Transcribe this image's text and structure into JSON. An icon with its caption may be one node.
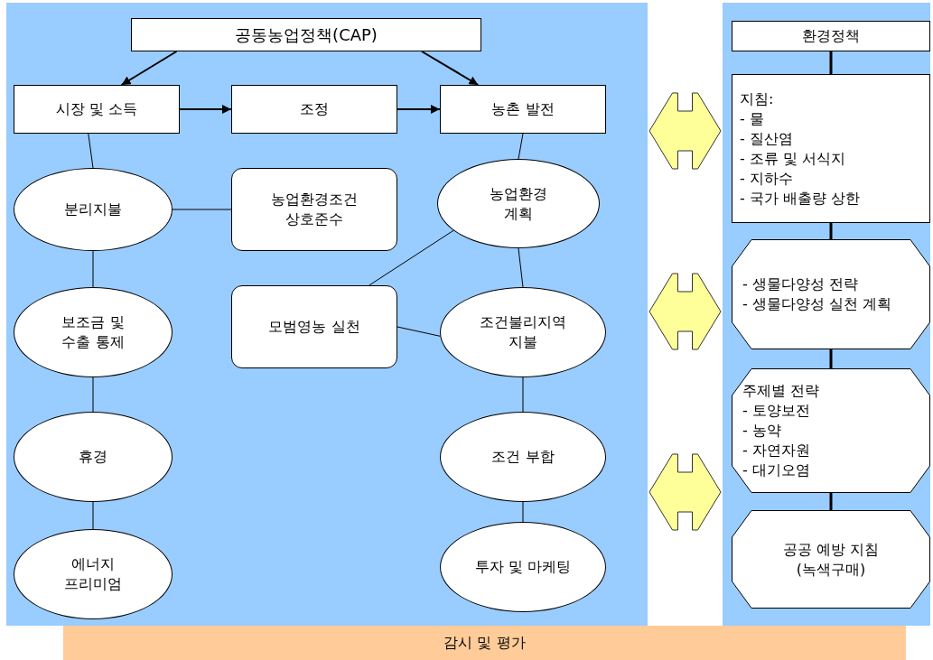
{
  "diagram": {
    "nodes": [
      {
        "text": [],
        "shape": "box"
      },
      {
        "text": [
          "공동농업정책(CAP)"
        ],
        "in": 0
      },
      {
        "text": [
          "시장 및 소득"
        ],
        "in": 0
      },
      {
        "text": [
          "조정"
        ],
        "in": 0
      },
      {
        "text": [
          "농촌 발전"
        ],
        "in": 0
      },
      {
        "text": [
          "분리지불"
        ],
        "in": 0
      },
      {
        "text": [
          "농업환경조건 상호준수"
        ],
        "in": 0
      },
      {
        "text": [
          "농업환경 계획"
        ],
        "in": 0
      },
      {
        "text": [
          "보조금 및 수출 통제"
        ],
        "in": 0
      },
      {
        "text": [
          "모범영농 실천"
        ],
        "in": 0
      },
      {
        "text": [
          "조건불리지역 지불"
        ],
        "in": 0
      },
      {
        "text": [
          "휴경"
        ],
        "in": 0
      },
      {
        "text": [
          "조건 부합"
        ],
        "in": 0
      },
      {
        "text": [
          "에너지 프리미엄"
        ],
        "in": 0
      },
      {
        "text": [
          "투자 및 마케팅"
        ],
        "in": 0
      },
      {
        "text": [],
        "shape": "box"
      },
      {
        "text": [
          "환경정책"
        ],
        "in": 15
      },
      {
        "text": [
          "지침:",
          "- 물",
          "- 질산염",
          "- 조류 및 서식지",
          "- 지하수",
          "- 국가 배출량 상한"
        ],
        "in": 15
      },
      {
        "text": [
          "- 생물다양성 전략",
          "- 생물다양성 실천 계획"
        ],
        "in": 15
      },
      {
        "text": [
          "주제별 전략",
          "- 토양보전",
          "- 농약",
          "- 자연자원",
          "- 대기오염"
        ],
        "in": 15
      },
      {
        "text": [
          "공공 예방 지침 (녹색구매)"
        ],
        "in": 15
      },
      {
        "text": [
          "감시 및 평가"
        ]
      }
    ],
    "edges": [
      {
        "from": 1,
        "to": 2,
        "arrow": "to"
      },
      {
        "from": 1,
        "to": 4,
        "arrow": "to"
      },
      {
        "from": 2,
        "to": 3,
        "arrow": "to"
      },
      {
        "from": 3,
        "to": 4,
        "arrow": "to"
      },
      {
        "from": 2,
        "to": 5,
        "arrow": "none"
      },
      {
        "from": 4,
        "to": 7,
        "arrow": "none"
      },
      {
        "from": 5,
        "to": 6,
        "arrow": "none"
      },
      {
        "from": 7,
        "to": 9,
        "arrow": "none"
      },
      {
        "from": 5,
        "to": 8,
        "arrow": "none"
      },
      {
        "from": 7,
        "to": 10,
        "arrow": "none"
      },
      {
        "from": 9,
        "to": 10,
        "arrow": "none"
      },
      {
        "from": 8,
        "to": 11,
        "arrow": "none"
      },
      {
        "from": 10,
        "to": 12,
        "arrow": "none"
      },
      {
        "from": 11,
        "to": 13,
        "arrow": "none"
      },
      {
        "from": 12,
        "to": 14,
        "arrow": "none"
      },
      {
        "from": 16,
        "to": 17,
        "arrow": "none",
        "style": "thick"
      },
      {
        "from": 17,
        "to": 18,
        "arrow": "none",
        "style": "thick"
      },
      {
        "from": 18,
        "to": 19,
        "arrow": "none",
        "style": "thick"
      },
      {
        "from": 19,
        "to": 20,
        "arrow": "none",
        "style": "thick"
      },
      {
        "from": 0,
        "to": 15,
        "arrow": "both",
        "style": "thick",
        "color": "#ffff99"
      },
      {
        "from": 0,
        "to": 15,
        "arrow": "both",
        "style": "thick",
        "color": "#ffff99"
      },
      {
        "from": 0,
        "to": 15,
        "arrow": "both",
        "style": "thick",
        "color": "#ffff99"
      }
    ]
  }
}
